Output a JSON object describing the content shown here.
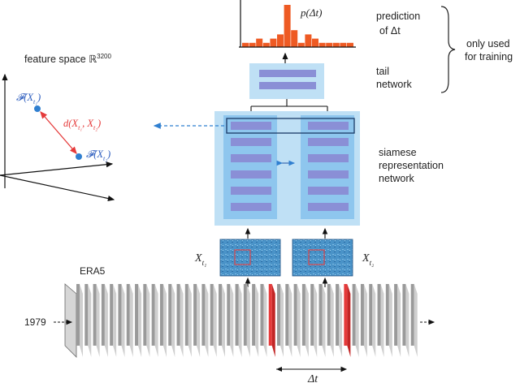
{
  "colors": {
    "blue_light": "#bfe0f5",
    "blue_mid": "#8ec6ee",
    "bar_purple": "#8a8fd6",
    "red": "#e53a3a",
    "point_blue": "#2f7fd0",
    "hist_orange": "#ee5a23"
  },
  "labels": {
    "feature_space": "feature space ℝ",
    "feature_space_sup": "3200",
    "prediction": "prediction",
    "of_dt": "of Δt",
    "only_used": "only used",
    "for_training": "for training",
    "tail": "tail",
    "network": "network",
    "siamese": "siamese",
    "representation": "representation",
    "network2": "network",
    "era5": "ERA5",
    "year": "1979",
    "p_dt": "p(Δt)",
    "delta_t": "Δt",
    "f_xt1": "𝓕(X",
    "f_xt2": "𝓕(X",
    "d_label": "d(X",
    "x_t1": "X",
    "x_t2": "X",
    "sub_t1": "t₁",
    "sub_t2": "t₂"
  },
  "chart_data": {
    "type": "bar",
    "title": "p(Δt)",
    "values": [
      1,
      1,
      2,
      1,
      2,
      3,
      10,
      4,
      1,
      3,
      2,
      1,
      1,
      1,
      1,
      1
    ]
  }
}
